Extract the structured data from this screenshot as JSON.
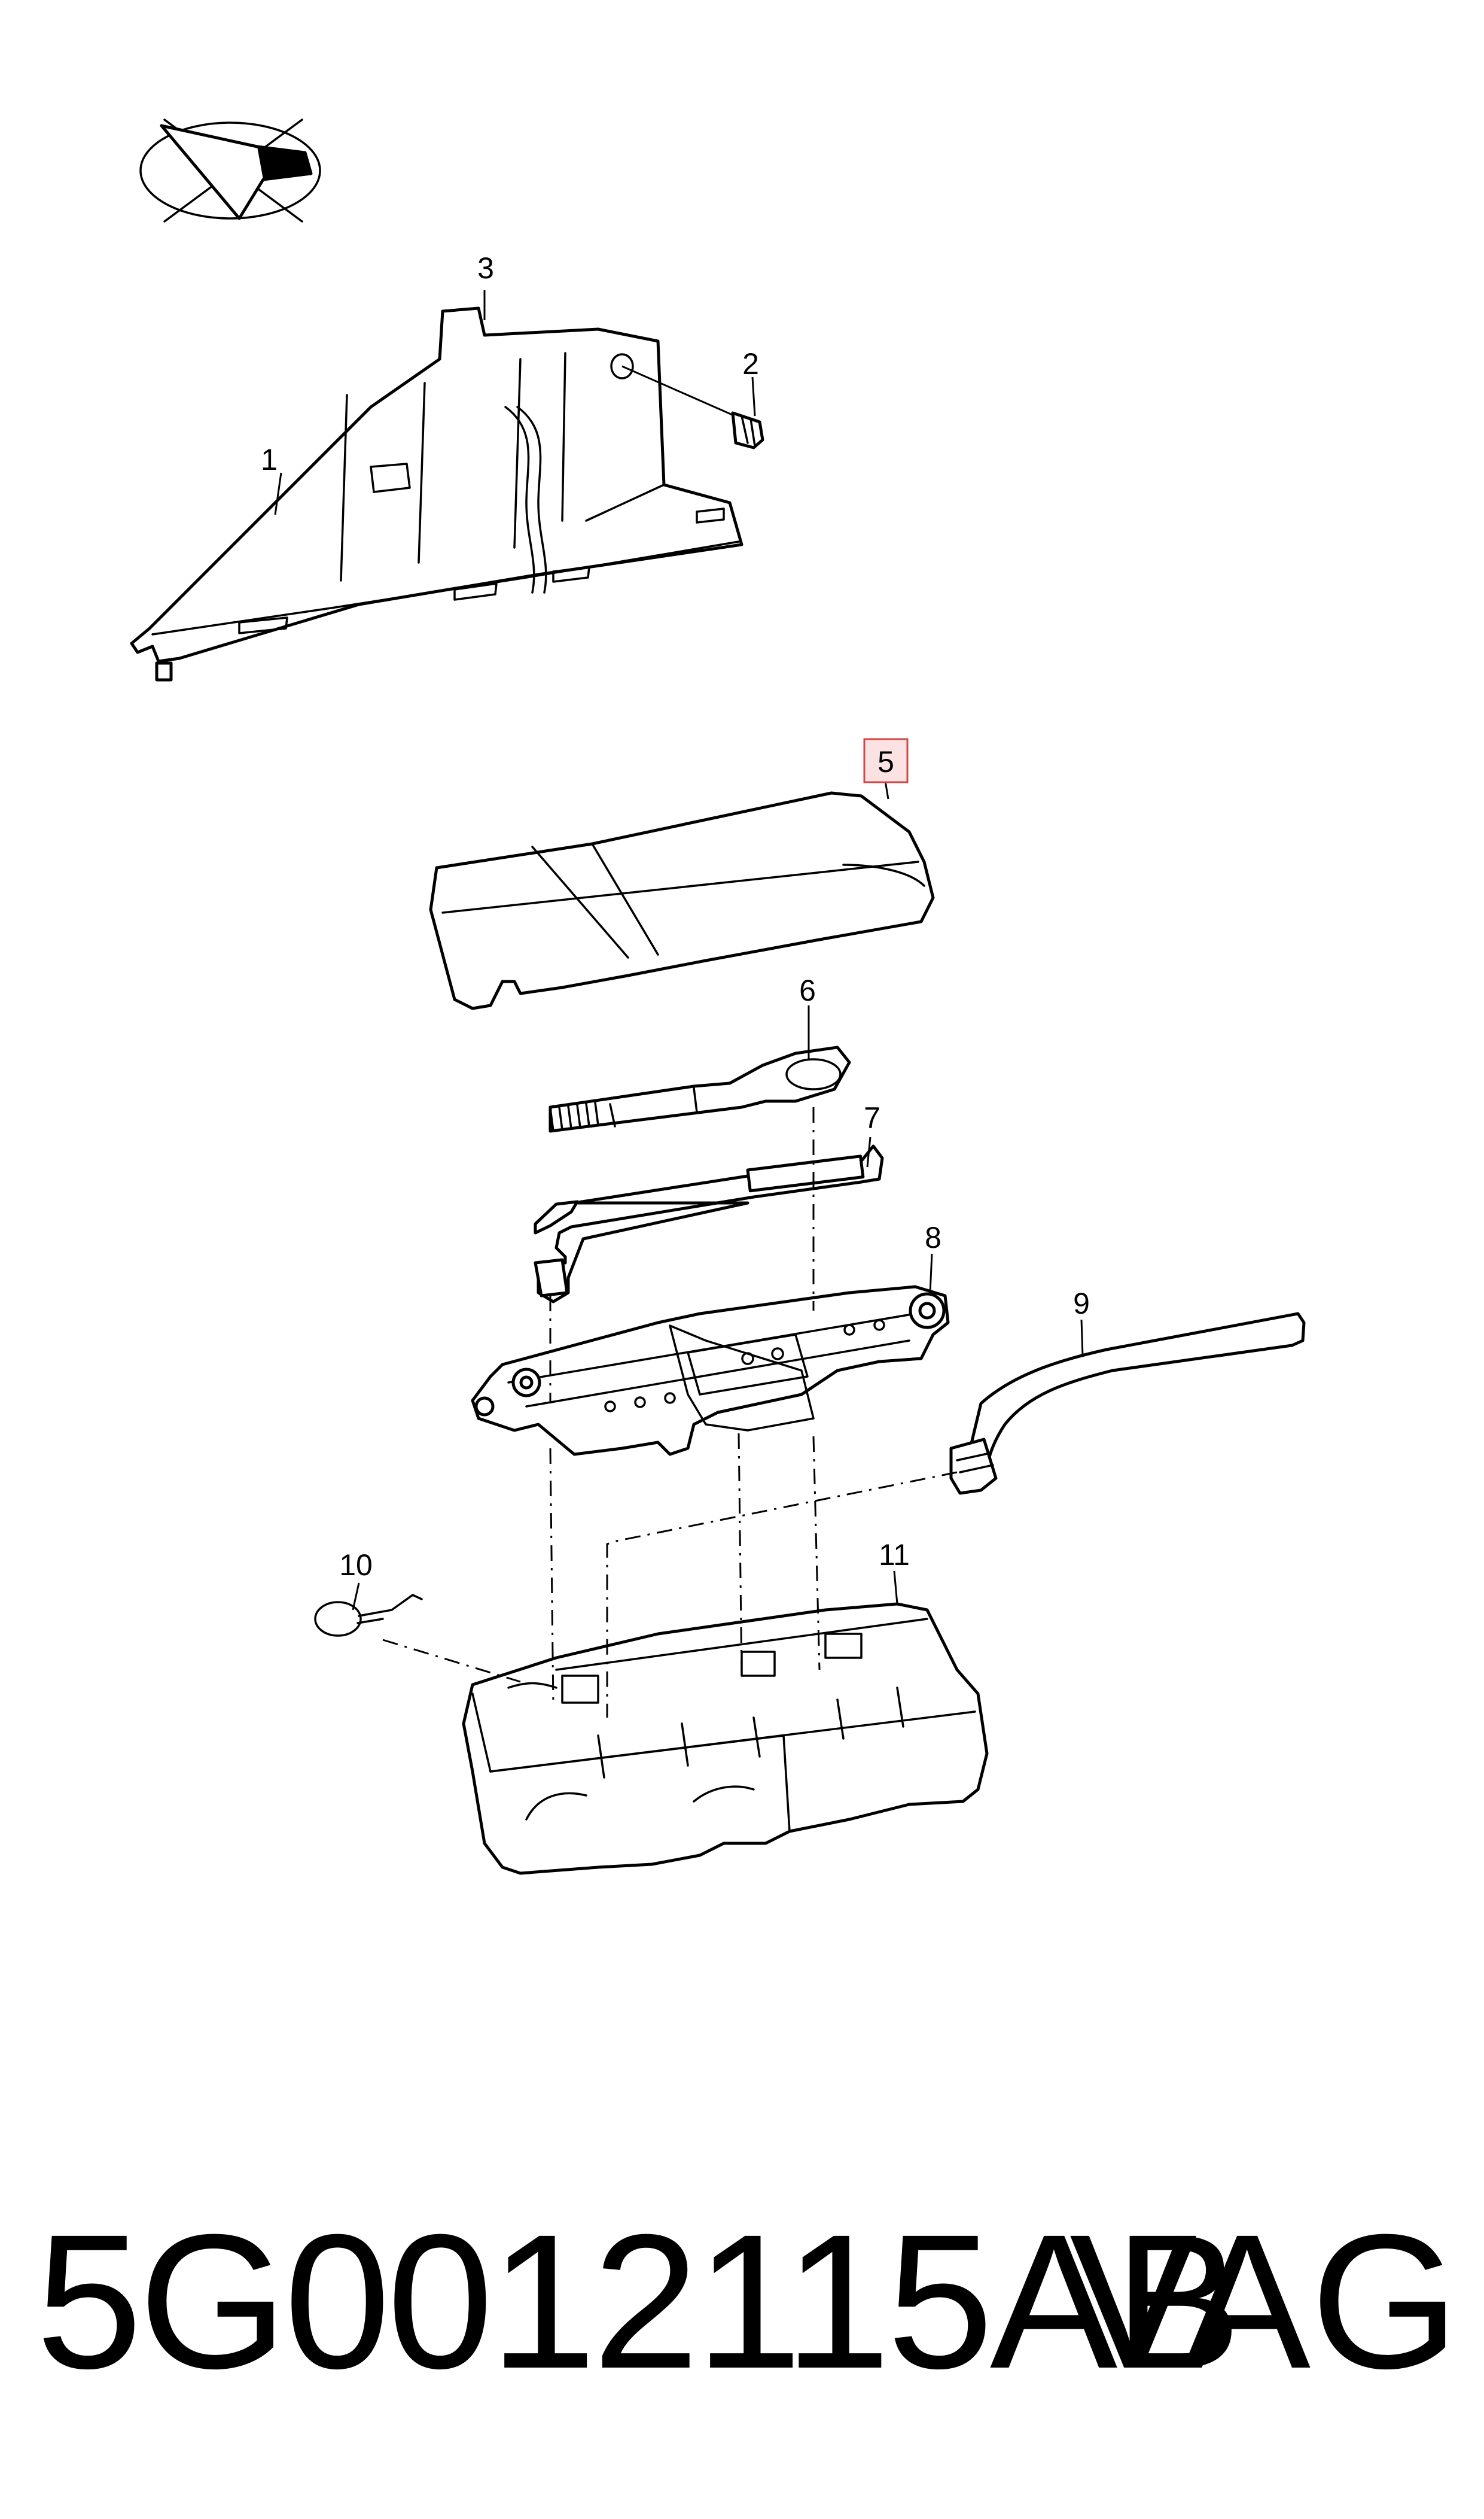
{
  "diagram": {
    "callouts": [
      {
        "id": "1",
        "label": "1"
      },
      {
        "id": "2",
        "label": "2"
      },
      {
        "id": "3",
        "label": "3"
      },
      {
        "id": "5",
        "label": "5",
        "highlighted": true
      },
      {
        "id": "6",
        "label": "6"
      },
      {
        "id": "7",
        "label": "7"
      },
      {
        "id": "8",
        "label": "8"
      },
      {
        "id": "9",
        "label": "9"
      },
      {
        "id": "10",
        "label": "10"
      },
      {
        "id": "11",
        "label": "11"
      }
    ],
    "highlight_color": "#d24848",
    "highlight_fill": "#fbe3e3"
  },
  "footer": {
    "part_number": "5G0012115AB",
    "brand": "VAG"
  }
}
